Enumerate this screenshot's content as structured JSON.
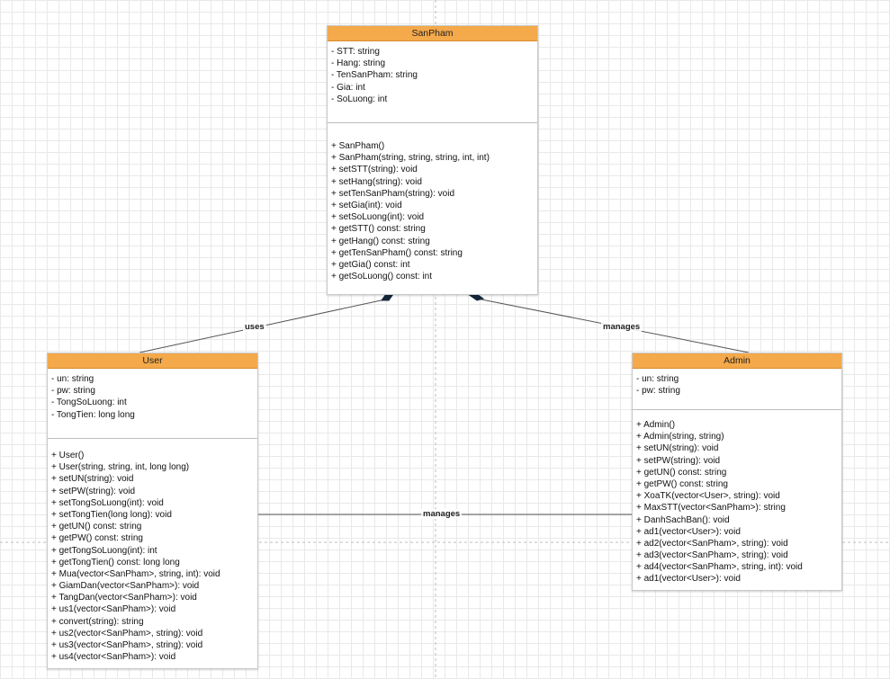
{
  "classes": {
    "sanpham": {
      "name": "SanPham",
      "attributes": [
        "- STT: string",
        "- Hang: string",
        "- TenSanPham: string",
        "- Gia: int",
        "- SoLuong: int"
      ],
      "methods": [
        "+ SanPham()",
        "+ SanPham(string, string, string, int, int)",
        "+ setSTT(string): void",
        "+ setHang(string): void",
        "+ setTenSanPham(string): void",
        "+ setGia(int): void",
        "+ setSoLuong(int): void",
        "+ getSTT() const: string",
        "+ getHang() const: string",
        "+ getTenSanPham() const: string",
        "+ getGia() const: int",
        "+ getSoLuong() const: int"
      ]
    },
    "user": {
      "name": "User",
      "attributes": [
        "- un: string",
        "- pw: string",
        "- TongSoLuong: int",
        "- TongTien: long long"
      ],
      "methods": [
        "+ User()",
        "+ User(string, string, int, long long)",
        "+ setUN(string): void",
        "+ setPW(string): void",
        "+ setTongSoLuong(int): void",
        "+ setTongTien(long long): void",
        "+ getUN() const: string",
        "+ getPW() const: string",
        "+ getTongSoLuong(int): int",
        "+ getTongTien() const: long long",
        "+ Mua(vector<SanPham>, string, int): void",
        "+ GiamDan(vector<SanPham>): void",
        "+ TangDan(vector<SanPham>): void",
        "+ us1(vector<SanPham>): void",
        "+ convert(string): string",
        "+ us2(vector<SanPham>, string): void",
        "+ us3(vector<SanPham>, string): void",
        "+ us4(vector<SanPham>): void"
      ]
    },
    "admin": {
      "name": "Admin",
      "attributes": [
        "- un: string",
        "- pw: string"
      ],
      "methods": [
        "+ Admin()",
        "+ Admin(string, string)",
        "+ setUN(string): void",
        "+ setPW(string): void",
        "+ getUN() const: string",
        "+ getPW() const: string",
        "+ XoaTK(vector<User>, string): void",
        "+ MaxSTT(vector<SanPham>): string",
        "+ DanhSachBan(): void",
        "+ ad1(vector<User>): void",
        "+ ad2(vector<SanPham>, string): void",
        "+ ad3(vector<SanPham>, string): void",
        "+ ad4(vector<SanPham>, string, int): void",
        "+ ad1(vector<User>): void"
      ]
    }
  },
  "relations": {
    "user_sanpham": "uses",
    "admin_sanpham": "manages",
    "admin_user": "manages"
  }
}
